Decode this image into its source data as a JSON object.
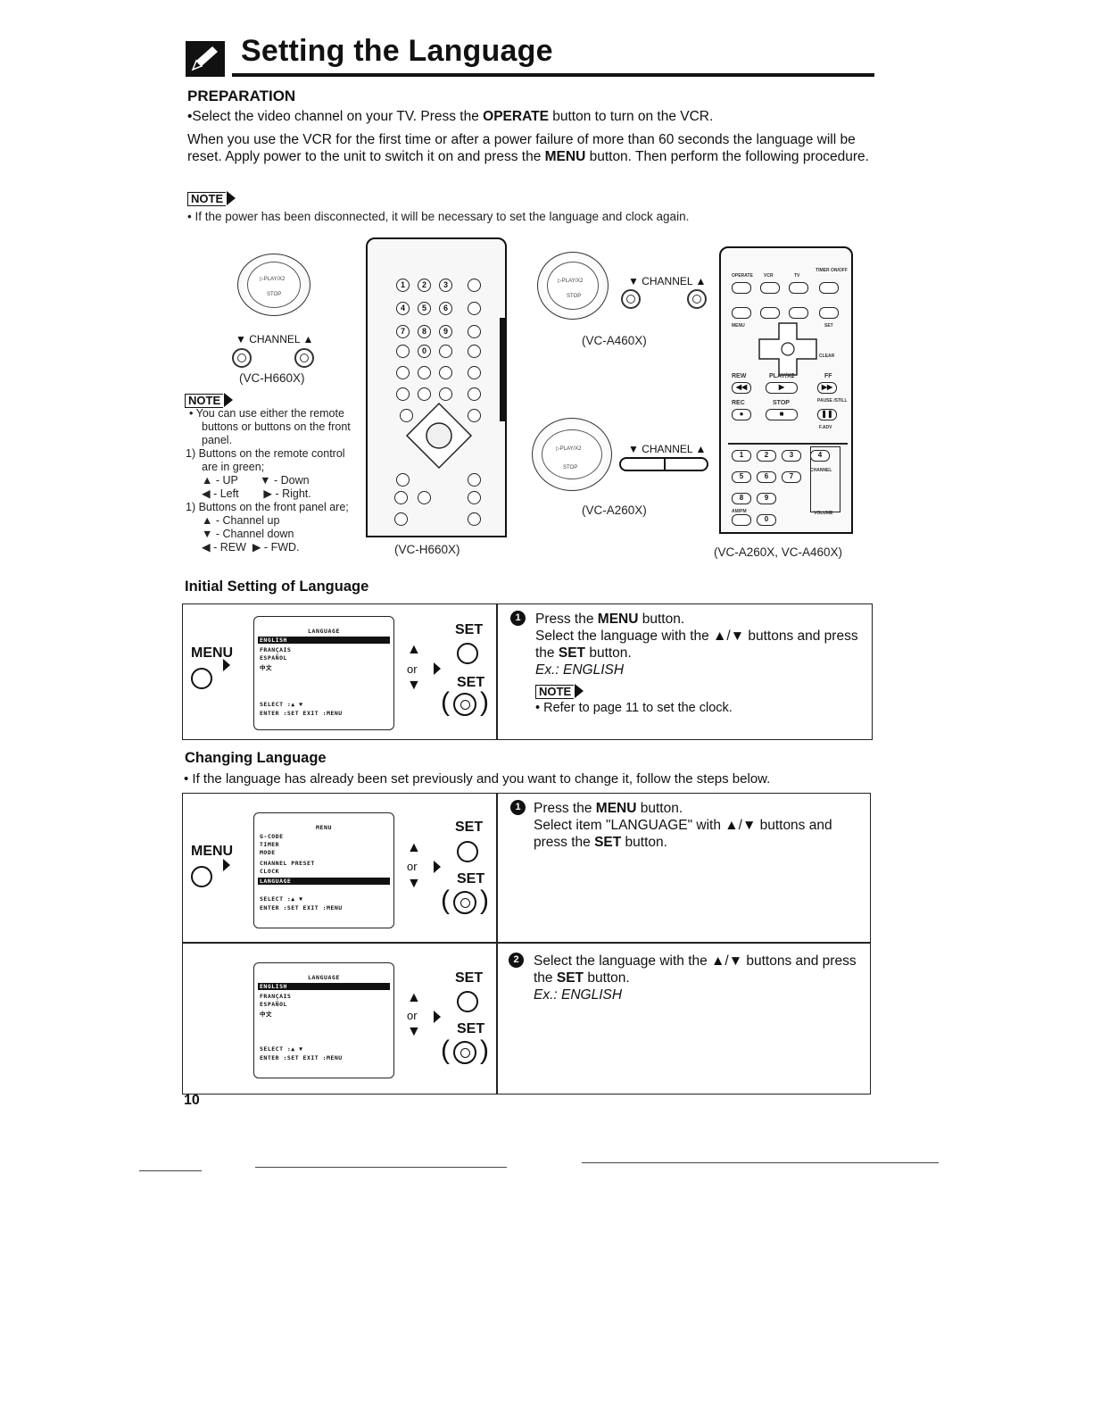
{
  "header": {
    "title": "Setting the Language"
  },
  "preparation": {
    "heading": "PREPARATION",
    "line1_prefix": "•Select the video channel on your TV. Press the ",
    "line1_bold": "OPERATE",
    "line1_suffix": " button to turn on the VCR.",
    "para2_a": "When you use the VCR for the first time or after a power failure of more than 60 seconds the language will be reset. Apply power to the unit to switch it on and press the ",
    "para2_bold": "MENU",
    "para2_b": " button. Then perform the following procedure."
  },
  "note1": {
    "badge": "NOTE",
    "text": "• If the power has been disconnected, it will be necessary to set the language and clock again."
  },
  "figures": {
    "h660_channel": "▼ CHANNEL ▲",
    "h660_caption": "(VC-H660X)",
    "h660_remote_caption": "(VC-H660X)",
    "a460_channel": "▼ CHANNEL ▲",
    "a460_caption": "(VC-A460X)",
    "a260_channel": "▼ CHANNEL ▲",
    "a260_caption": "(VC-A260X)",
    "a260_remote_caption": "(VC-A260X, VC-A460X)",
    "dial_play": "▷PLAY/X2",
    "dial_stop": "STOP",
    "remote_labels": {
      "operate": "OPERATE",
      "vcr": "VCR",
      "tv": "TV",
      "timer": "TIMER ON/OFF",
      "menu": "MENU",
      "set": "SET",
      "clear": "CLEAR",
      "rew": "REW",
      "play": "PLAY/X2",
      "ff": "FF",
      "rec": "REC",
      "stop": "STOP",
      "pause": "PAUSE /STILL",
      "fadv": "F.ADV",
      "channel": "CHANNEL",
      "volume": "VOLUME",
      "ampm": "AM/PM"
    }
  },
  "note2": {
    "badge": "NOTE",
    "bullet": "• You can use either the remote buttons or buttons on the front panel.",
    "item1": "1) Buttons on the remote control are in green;",
    "item1_a": "▲ - UP",
    "item1_b": "▼ - Down",
    "item1_c": "◀ - Left",
    "item1_d": "▶ - Right.",
    "item2": "1) Buttons on the front panel are;",
    "item2_a": "▲ - Channel up",
    "item2_b": "▼ - Channel down",
    "item2_c": "◀ - REW",
    "item2_d": "▶ - FWD."
  },
  "initial": {
    "heading": "Initial Setting of Language",
    "menu_label": "MENU",
    "set_label": "SET",
    "set_label2": "SET",
    "or": "or",
    "osd": {
      "title": "LANGUAGE",
      "items": [
        "ENGLISH",
        "FRANÇAIS",
        "ESPAÑOL",
        "中文"
      ],
      "footer1": "SELECT :▲ ▼",
      "footer2": "ENTER  :SET    EXIT :MENU"
    },
    "step1": {
      "num": "1",
      "a": "Press the ",
      "a_bold": "MENU",
      "a_end": " button.",
      "b": "Select the language with the ▲/▼ buttons and press the ",
      "b_bold": "SET",
      "b_end": " button.",
      "ex": "Ex.: ENGLISH",
      "note_badge": "NOTE",
      "note": "• Refer to page 11 to set the clock."
    }
  },
  "changing": {
    "heading": "Changing Language",
    "intro": "• If the language has already been set previously and you want to change it, follow the steps below.",
    "menu_label": "MENU",
    "set_label": "SET",
    "or": "or",
    "osd_menu": {
      "title": "MENU",
      "items": [
        "G-CODE",
        "TIMER",
        "MODE",
        "CHANNEL PRESET",
        "CLOCK",
        "LANGUAGE"
      ],
      "footer1": "SELECT :▲ ▼",
      "footer2": "ENTER  :SET    EXIT :MENU"
    },
    "osd_lang": {
      "title": "LANGUAGE",
      "items": [
        "ENGLISH",
        "FRANÇAIS",
        "ESPAÑOL",
        "中文"
      ],
      "footer1": "SELECT :▲ ▼",
      "footer2": "ENTER  :SET    EXIT :MENU"
    },
    "step1": {
      "num": "1",
      "a": "Press the ",
      "a_bold": "MENU",
      "a_end": " button.",
      "b": "Select item \"LANGUAGE\" with ▲/▼ buttons and press the ",
      "b_bold": "SET",
      "b_end": " button."
    },
    "step2": {
      "num": "2",
      "a": "Select the language with the ▲/▼ buttons and press the ",
      "a_bold": "SET",
      "a_end": " button.",
      "ex": "Ex.: ENGLISH"
    }
  },
  "page_number": "10"
}
